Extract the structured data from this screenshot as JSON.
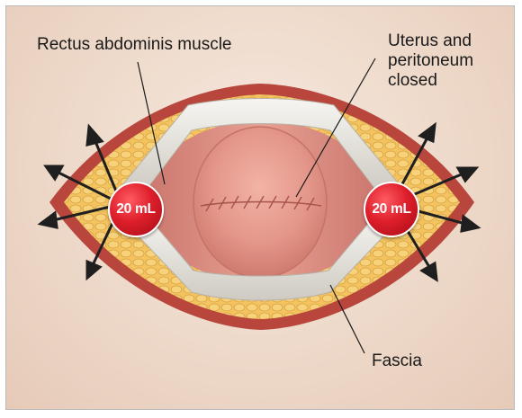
{
  "labels": {
    "rectus": "Rectus abdominis muscle",
    "uterus": "Uterus and\nperitoneum\nclosed",
    "fascia": "Fascia"
  },
  "badges": {
    "left": "20 mL",
    "right": "20 mL"
  },
  "colors": {
    "skin": "#efdccd",
    "fat": "#f2c05a",
    "muscle": "#d98a7a",
    "uterus": "#e39a8c",
    "fascia": "#e8e6e0",
    "badge": "#de1f2b",
    "arrow": "#1f1f1f"
  }
}
